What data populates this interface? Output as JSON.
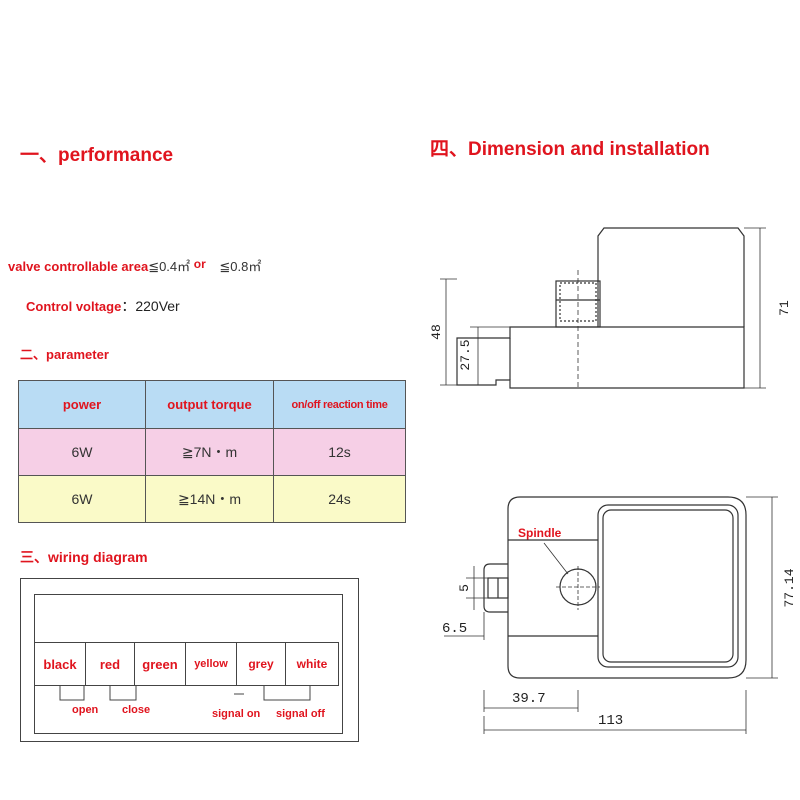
{
  "performance": {
    "heading_prefix": "一、",
    "heading": "performance",
    "valve_label": "valve controllable area",
    "valve_value1": "≦0.4㎡",
    "valve_or": "or",
    "valve_value2": "≦0.8㎡",
    "voltage_label": "Control voltage",
    "voltage_sep": "：",
    "voltage_value": "220Ver"
  },
  "parameter": {
    "heading_prefix": "二、",
    "heading": "parameter",
    "headers": [
      "power",
      "output torque",
      "on/off reaction time"
    ],
    "rows": [
      [
        "6W",
        "≧7N・m",
        "12s"
      ],
      [
        "6W",
        "≧14N・m",
        "24s"
      ]
    ],
    "colors": {
      "header": "#b9dcf4",
      "row1": "#f6cfe6",
      "row2": "#fafac8"
    }
  },
  "wiring": {
    "heading_prefix": "三、",
    "heading": "wiring diagram",
    "terminals": [
      "black",
      "red",
      "green",
      "yellow",
      "grey",
      "white"
    ],
    "labels": [
      "open",
      "close",
      "signal on",
      "signal off"
    ]
  },
  "dimension": {
    "heading_prefix": "四、",
    "heading": "Dimension and installation",
    "side_dims": [
      "48",
      "27.5",
      "71"
    ],
    "front_dims": [
      "5",
      "6.5",
      "77.14",
      "39.7",
      "113"
    ],
    "spindle_label": "Spindle"
  },
  "accent_color": "#e0141e"
}
